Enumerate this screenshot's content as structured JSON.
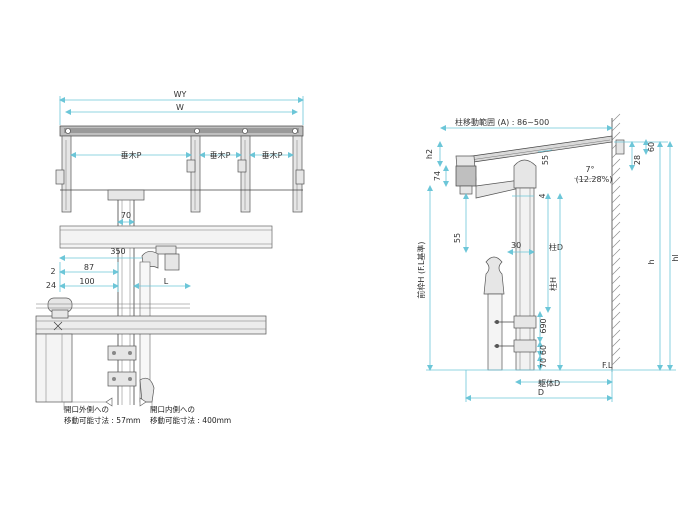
{
  "front_view": {
    "dims": {
      "wy": "WY",
      "w": "W",
      "d70": "70",
      "d350": "350",
      "d2": "2",
      "d87": "87",
      "d24": "24",
      "d100": "100",
      "l": "L"
    },
    "labels": {
      "rafter1": "垂木P",
      "rafter2": "垂木P",
      "rafter3": "垂木P"
    },
    "notes": {
      "outer_line1": "開口外側への",
      "outer_line2": "移動可能寸法 : 57mm",
      "inner_line1": "開口内側への",
      "inner_line2": "移動可能寸法 : 400mm"
    }
  },
  "side_view": {
    "dims": {
      "column_range": "柱移動範囲 (A) : 86~500",
      "d55_top": "55",
      "h2": "h2",
      "d74": "74",
      "d4": "4",
      "d55_low": "55",
      "d30": "30",
      "d690": "690",
      "d60_low": "60",
      "d70_low": "70",
      "d28": "28",
      "d60_top": "60",
      "h": "h",
      "hl": "hl",
      "front_h": "前枠H (F.L基準)",
      "column_d": "柱D",
      "column_h": "柱H",
      "body_d": "躯体D",
      "d": "D",
      "fl": "F.L"
    },
    "slope": {
      "angle": "7°",
      "percent": "(12.28%)"
    }
  }
}
